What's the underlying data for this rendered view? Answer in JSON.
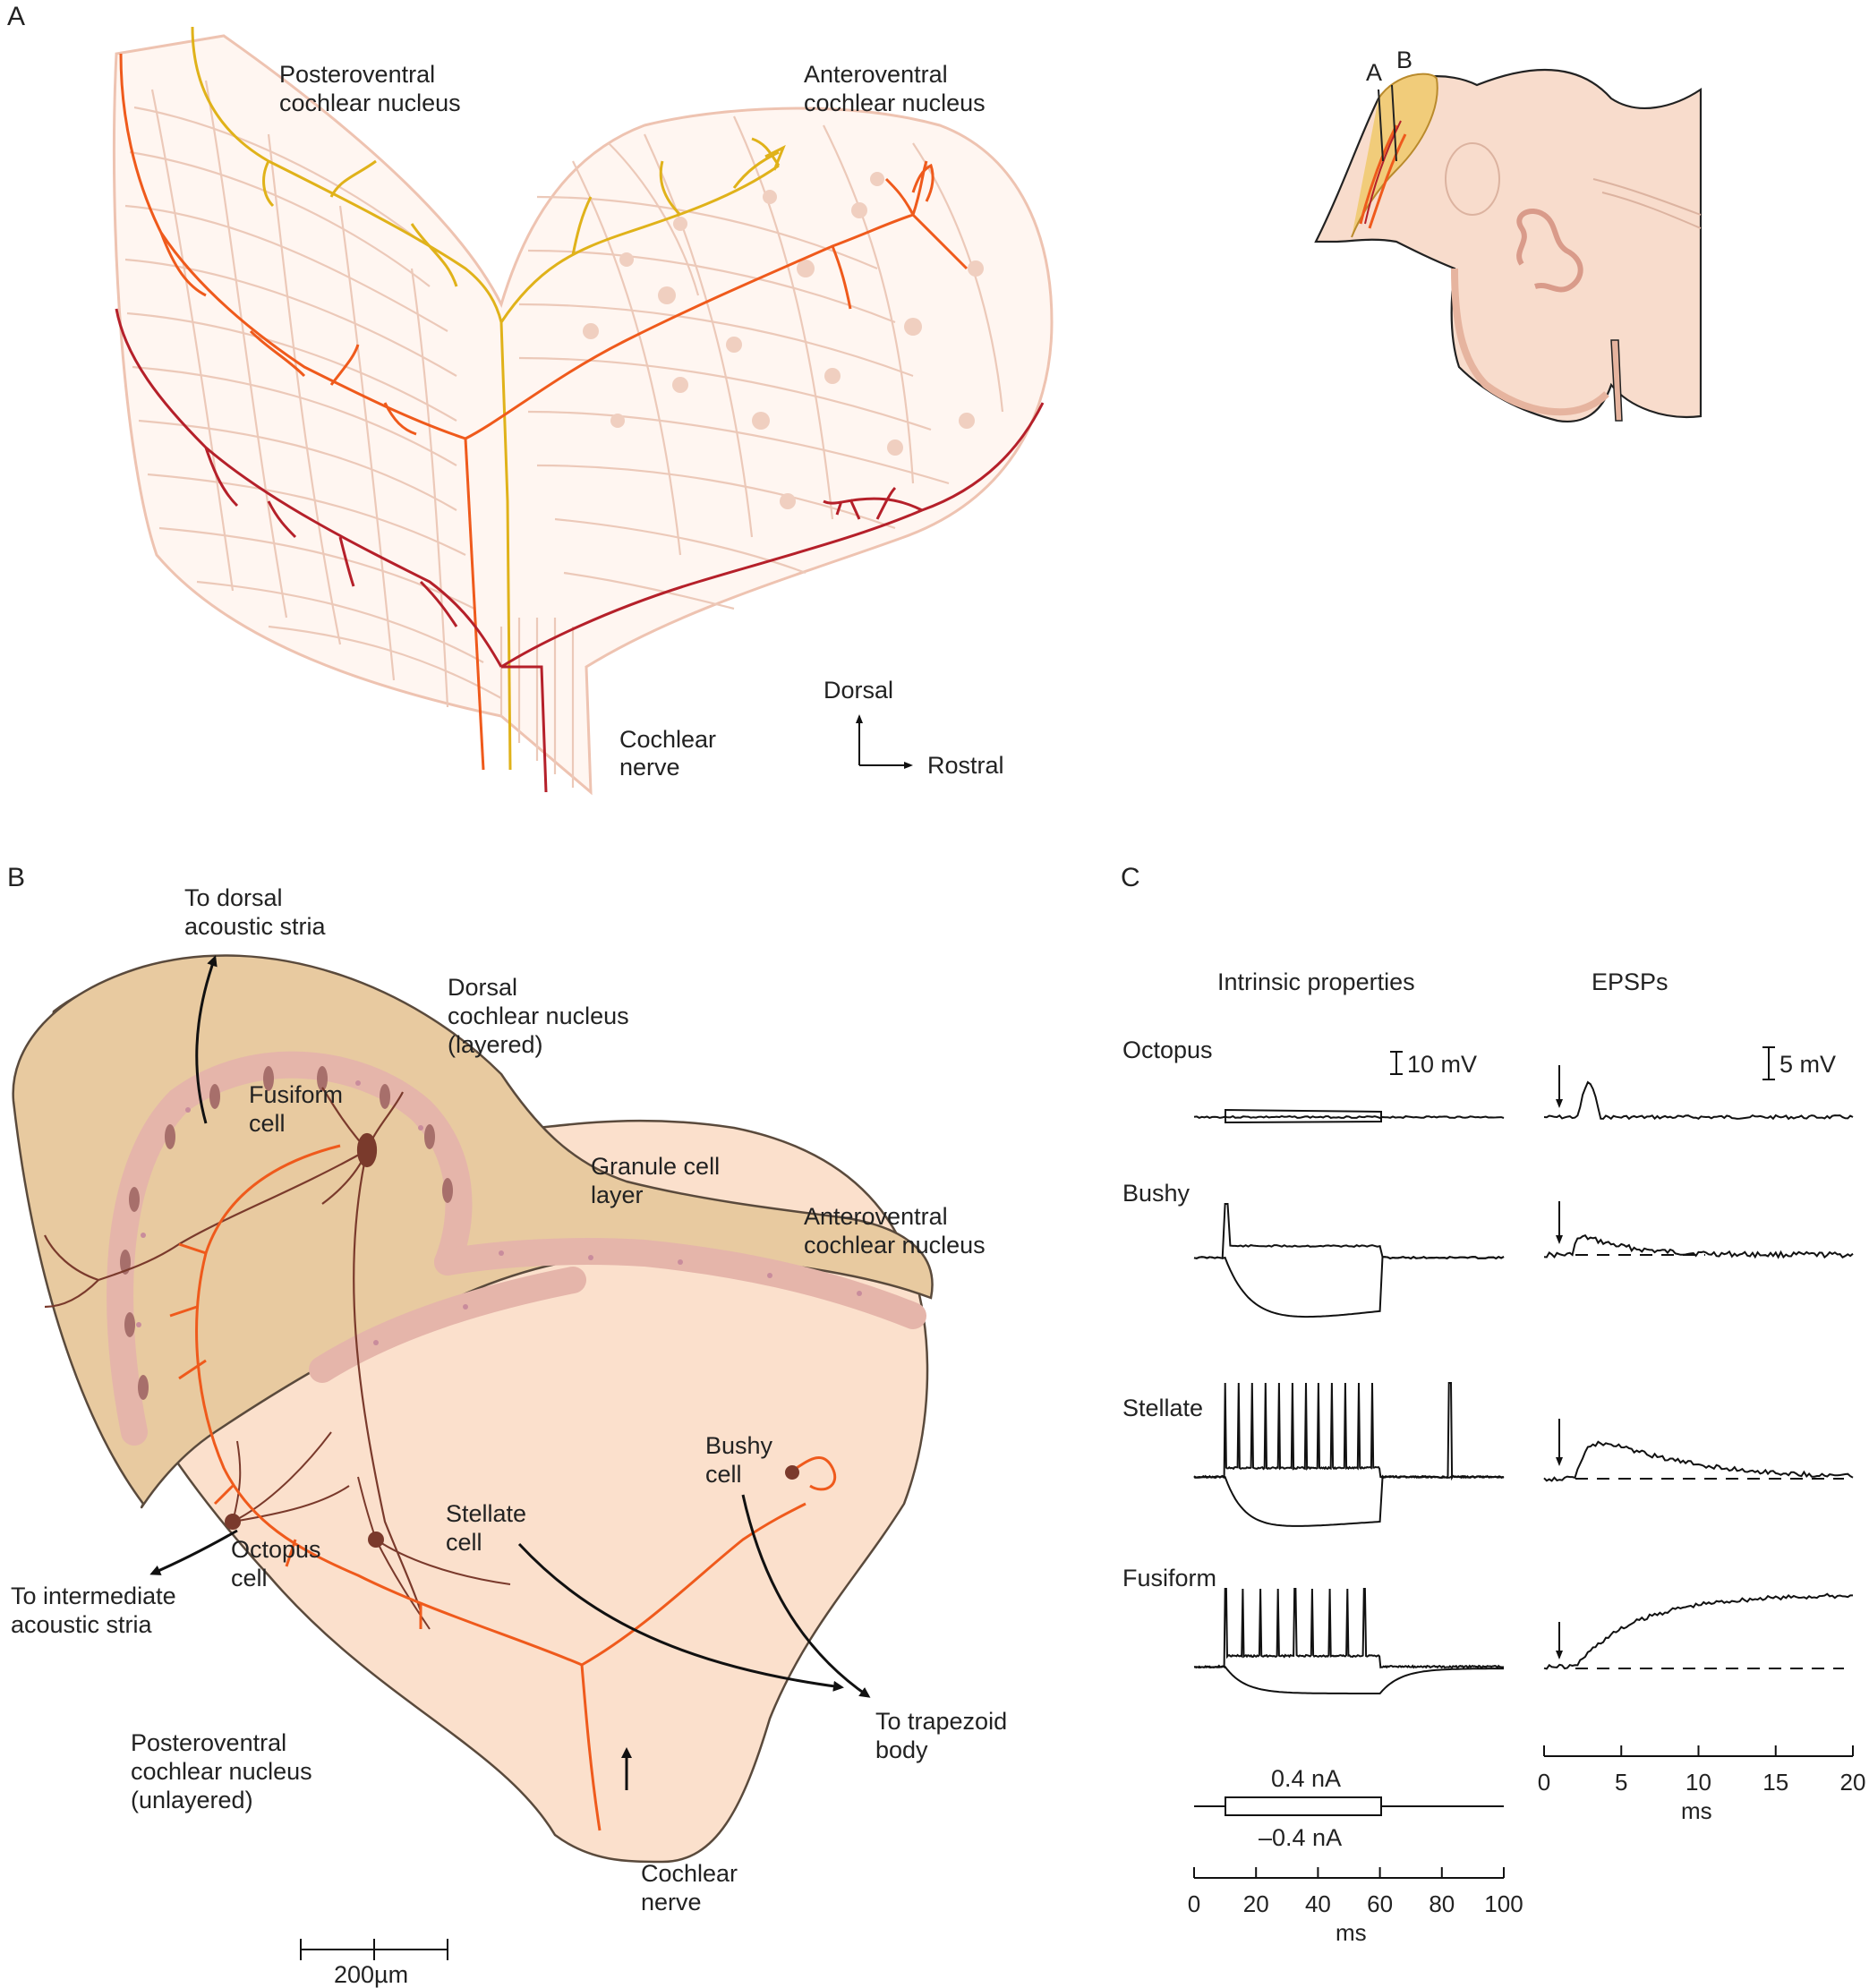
{
  "panels": {
    "a": "A",
    "b": "B",
    "c": "C"
  },
  "panel_a": {
    "pvcn_line1": "Posteroventral",
    "pvcn_line2": "cochlear nucleus",
    "avcn_line1": "Anteroventral",
    "avcn_line2": "cochlear nucleus",
    "nerve_line1": "Cochlear",
    "nerve_line2": "nerve",
    "axis_dorsal": "Dorsal",
    "axis_rostral": "Rostral"
  },
  "inset": {
    "label_a": "A",
    "label_b": "B"
  },
  "panel_b": {
    "dorsal_stria_line1": "To dorsal",
    "dorsal_stria_line2": "acoustic stria",
    "dcn_line1": "Dorsal",
    "dcn_line2": "cochlear nucleus",
    "dcn_line3": "(layered)",
    "fusiform_line1": "Fusiform",
    "fusiform_line2": "cell",
    "granule_line1": "Granule cell",
    "granule_line2": "layer",
    "avcn_line1": "Anteroventral",
    "avcn_line2": "cochlear nucleus",
    "bushy_line1": "Bushy",
    "bushy_line2": "cell",
    "stellate_line1": "Stellate",
    "stellate_line2": "cell",
    "octopus_line1": "Octopus",
    "octopus_line2": "cell",
    "intermediate_line1": "To intermediate",
    "intermediate_line2": "acoustic stria",
    "trapezoid_line1": "To trapezoid",
    "trapezoid_line2": "body",
    "pvcn_line1": "Posteroventral",
    "pvcn_line2": "cochlear nucleus",
    "pvcn_line3": "(unlayered)",
    "nerve_line1": "Cochlear",
    "nerve_line2": "nerve",
    "scale": "200µm"
  },
  "panel_c": {
    "intrinsic_title": "Intrinsic properties",
    "epsp_title": "EPSPs",
    "rows": [
      "Octopus",
      "Bushy",
      "Stellate",
      "Fusiform"
    ],
    "scale_intrinsic": "10 mV",
    "scale_epsp": "5 mV",
    "current_pos": "0.4 nA",
    "current_neg": "–0.4 nA",
    "intrinsic_ticks": [
      "0",
      "20",
      "40",
      "60",
      "80",
      "100"
    ],
    "epsp_ticks": [
      "0",
      "5",
      "10",
      "15",
      "20"
    ],
    "intrinsic_unit": "ms",
    "epsp_unit": "ms"
  },
  "colors": {
    "mesh": "#ecc9b9",
    "yellow_fiber": "#e0b21a",
    "orange_fiber": "#ef5a1c",
    "red_fiber": "#b5202a",
    "dcn_fill": "#e8caa0",
    "vcn_fill": "#fbe0cc",
    "granule": "#e5b5aa",
    "trace": "#111111"
  }
}
